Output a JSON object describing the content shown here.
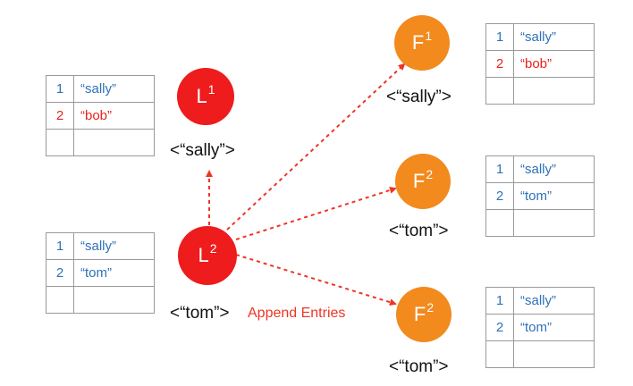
{
  "colors": {
    "leader": "#ee1c1c",
    "follower": "#f28a1e",
    "arrow": "#ee3524",
    "blue_entry": "#2f72b8",
    "red_entry": "#e8231c",
    "table_border": "#9a9a9a"
  },
  "tables": {
    "L1": [
      {
        "index": "1",
        "value": "“sally”",
        "color": "blue"
      },
      {
        "index": "2",
        "value": "“bob”",
        "color": "red"
      },
      {
        "index": "",
        "value": "",
        "color": "blue"
      }
    ],
    "L2": [
      {
        "index": "1",
        "value": "“sally”",
        "color": "blue"
      },
      {
        "index": "2",
        "value": "“tom”",
        "color": "blue"
      },
      {
        "index": "",
        "value": "",
        "color": "blue"
      }
    ],
    "F1": [
      {
        "index": "1",
        "value": "“sally”",
        "color": "blue"
      },
      {
        "index": "2",
        "value": "“bob”",
        "color": "red"
      },
      {
        "index": "",
        "value": "",
        "color": "blue"
      }
    ],
    "F2a": [
      {
        "index": "1",
        "value": "“sally”",
        "color": "blue"
      },
      {
        "index": "2",
        "value": "“tom”",
        "color": "blue"
      },
      {
        "index": "",
        "value": "",
        "color": "blue"
      }
    ],
    "F2b": [
      {
        "index": "1",
        "value": "“sally”",
        "color": "blue"
      },
      {
        "index": "2",
        "value": "“tom”",
        "color": "blue"
      },
      {
        "index": "",
        "value": "",
        "color": "blue"
      }
    ]
  },
  "nodes": {
    "L1": {
      "letter": "L",
      "sup": "1",
      "state": "<“sally”>"
    },
    "L2": {
      "letter": "L",
      "sup": "2",
      "state": "<“tom”>"
    },
    "F1": {
      "letter": "F",
      "sup": "1",
      "state": "<“sally”>"
    },
    "F2a": {
      "letter": "F",
      "sup": "2",
      "state": "<“tom”>"
    },
    "F2b": {
      "letter": "F",
      "sup": "2",
      "state": "<“tom”>"
    }
  },
  "edge_label": "Append Entries"
}
